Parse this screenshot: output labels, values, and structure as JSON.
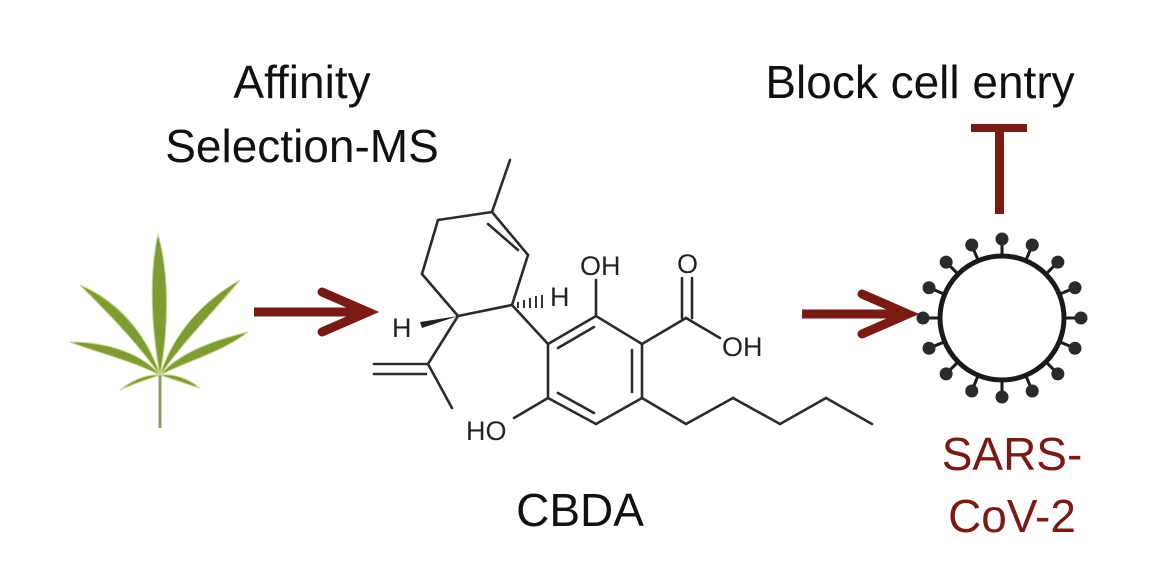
{
  "labels": {
    "method_line1": "Affinity",
    "method_line2": "Selection-MS",
    "effect": "Block cell entry",
    "compound": "CBDA",
    "virus_line1": "SARS-",
    "virus_line2": "CoV-2"
  },
  "molecule": {
    "name": "CBDA",
    "atom_labels": {
      "h_left": "H",
      "h_right": "H",
      "oh_top": "OH",
      "o_carbonyl": "O",
      "oh_acid": "OH",
      "ho_bottom": "HO"
    }
  },
  "icons": {
    "source": "cannabis-leaf-icon",
    "flow_arrow": "right-arrow-icon",
    "inhibition": "inhibition-t-bar-icon",
    "virus": "coronavirus-icon"
  },
  "colors": {
    "accent_red": "#7a1a14",
    "leaf_green": "#8aa63a",
    "text": "#111111"
  }
}
